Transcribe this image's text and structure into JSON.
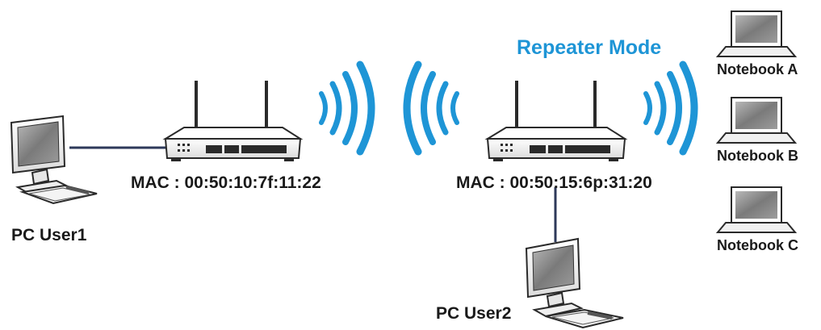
{
  "diagram": {
    "mode_title": "Repeater Mode",
    "router1": {
      "mac_label": "MAC : 00:50:10:7f:11:22"
    },
    "router2": {
      "mac_label": "MAC : 00:50:15:6p:31:20"
    },
    "pc_user1": {
      "label": "PC User1"
    },
    "pc_user2": {
      "label": "PC User2"
    },
    "notebooks": [
      {
        "label": "Notebook A"
      },
      {
        "label": "Notebook B"
      },
      {
        "label": "Notebook C"
      }
    ],
    "colors": {
      "accent": "#1e95d6",
      "wave": "#1e95d6",
      "device_body": "#f2f2f2",
      "device_outline": "#2a2a2a",
      "screen": "#8a8a8a",
      "link": "#2e3a5a"
    }
  }
}
